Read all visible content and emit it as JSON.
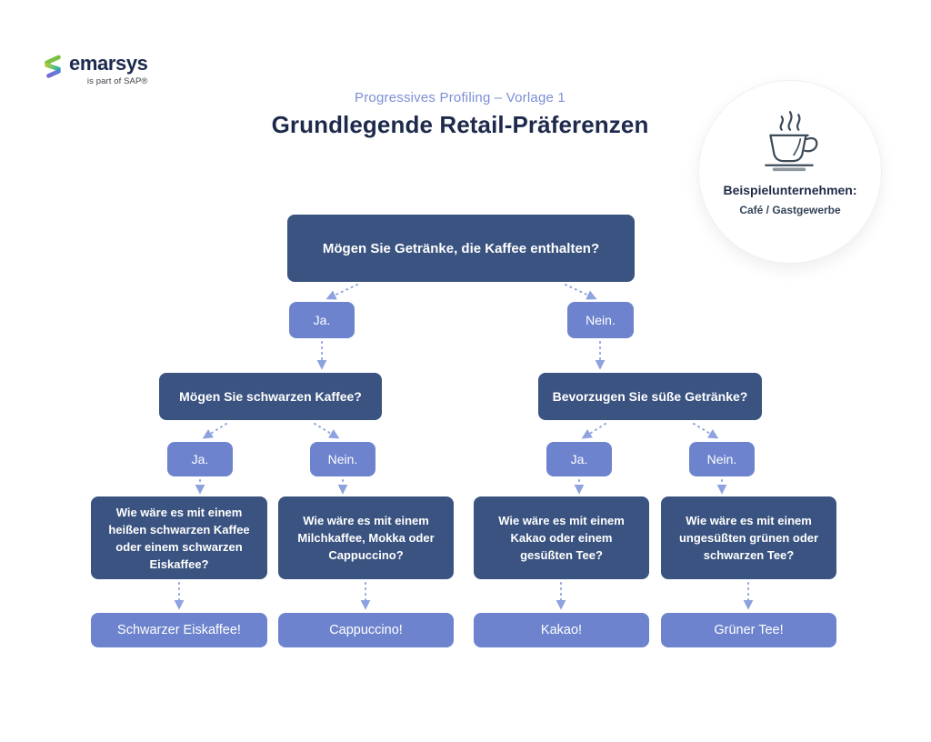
{
  "logo": {
    "brand": "emarsys",
    "tagline": "is part of SAP®"
  },
  "header": {
    "subtitle": "Progressives Profiling – Vorlage 1",
    "title": "Grundlegende Retail-Präferenzen"
  },
  "example_badge": {
    "icon": "coffee-cup-icon",
    "label": "Beispielunternehmen:",
    "value": "Café / Gastgewerbe"
  },
  "colors": {
    "dark_node": "#3a5380",
    "light_node": "#6d83cd",
    "connector": "#8da2de",
    "subtitle_text": "#7b8ed6",
    "title_text": "#1e2a4c"
  },
  "flowchart": {
    "root_question": "Mögen Sie Getränke, die Kaffee enthalten?",
    "root_answers": {
      "yes": "Ja.",
      "no": "Nein."
    },
    "branch_questions": {
      "left": "Mögen Sie schwarzen Kaffee?",
      "right": "Bevorzugen Sie süße Getränke?"
    },
    "branch_answers": {
      "left_yes": "Ja.",
      "left_no": "Nein.",
      "right_yes": "Ja.",
      "right_no": "Nein."
    },
    "suggestions": [
      "Wie wäre es mit einem heißen schwarzen Kaffee oder einem schwarzen Eiskaffee?",
      "Wie wäre es mit einem Milchkaffee, Mokka oder Cappuccino?",
      "Wie wäre es mit einem Kakao oder einem gesüßten Tee?",
      "Wie wäre es mit einem ungesüßten grünen oder schwarzen Tee?"
    ],
    "results": [
      "Schwarzer Eiskaffee!",
      "Cappuccino!",
      "Kakao!",
      "Grüner Tee!"
    ]
  }
}
